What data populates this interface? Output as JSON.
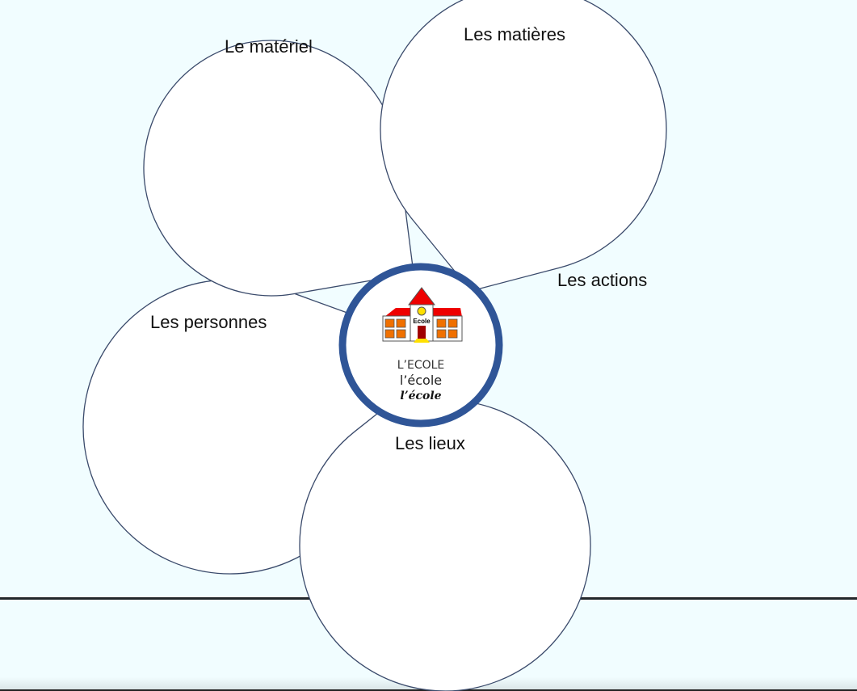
{
  "petals": {
    "materiel": "Le matériel",
    "matieres": "Les matières",
    "actions": "Les actions",
    "personnes": "Les personnes",
    "lieux": "Les lieux"
  },
  "center": {
    "sign": "Ecole",
    "line1": "L’ECOLE",
    "line2": "l’école",
    "line3": "l’école"
  },
  "colors": {
    "outline": "#3a4a6b",
    "ring": "#2f5597",
    "background": "#f1fdff"
  }
}
